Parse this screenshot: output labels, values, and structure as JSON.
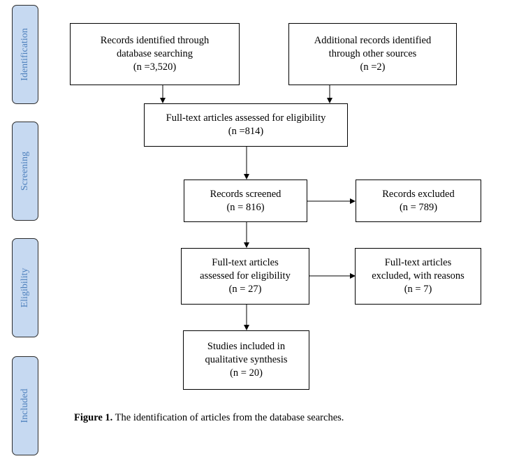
{
  "phases": {
    "identification": "Identification",
    "screening": "Screening",
    "eligibility": "Eligibility",
    "included": "Included"
  },
  "boxes": {
    "db_search": {
      "l1": "Records identified through",
      "l2": "database searching",
      "l3": "(n =3,520)"
    },
    "other_sources": {
      "l1": "Additional records identified",
      "l2": "through other sources",
      "l3": "(n =2)"
    },
    "fulltext_814": {
      "l1": "Full-text articles assessed for eligibility",
      "l2": "(n =814)"
    },
    "screened": {
      "l1": "Records screened",
      "l2": "(n = 816)"
    },
    "excluded": {
      "l1": "Records excluded",
      "l2": "(n = 789)"
    },
    "fulltext_27": {
      "l1": "Full-text articles",
      "l2": "assessed for eligibility",
      "l3": "(n = 27)"
    },
    "fulltext_excluded": {
      "l1": "Full-text articles",
      "l2": "excluded, with reasons",
      "l3": "(n = 7)"
    },
    "included": {
      "l1": "Studies included in",
      "l2": "qualitative synthesis",
      "l3": "(n = 20)"
    }
  },
  "caption": {
    "label": "Figure 1.",
    "text": " The identification of articles from the database searches."
  }
}
